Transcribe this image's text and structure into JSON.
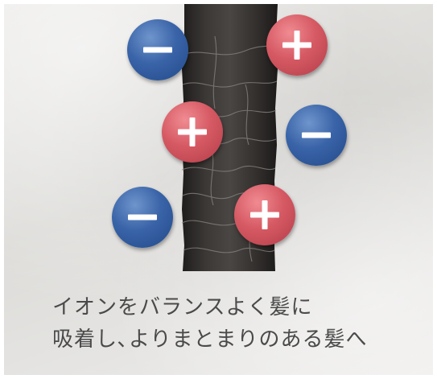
{
  "colors": {
    "background": "#e3e2e0",
    "hair": "#2f2d2b",
    "negative_ion": "#2e5698",
    "positive_ion": "#cf4f5a",
    "caption_text": "#4a4a4a"
  },
  "ions": [
    {
      "charge": "negative",
      "icon": "minus-icon"
    },
    {
      "charge": "positive",
      "icon": "plus-icon"
    },
    {
      "charge": "positive",
      "icon": "plus-icon"
    },
    {
      "charge": "negative",
      "icon": "minus-icon"
    },
    {
      "charge": "negative",
      "icon": "minus-icon"
    },
    {
      "charge": "positive",
      "icon": "plus-icon"
    }
  ],
  "caption": {
    "line1": "イオンをバランスよく髪に",
    "line2": "吸着し､よりまとまりのある髪へ"
  }
}
